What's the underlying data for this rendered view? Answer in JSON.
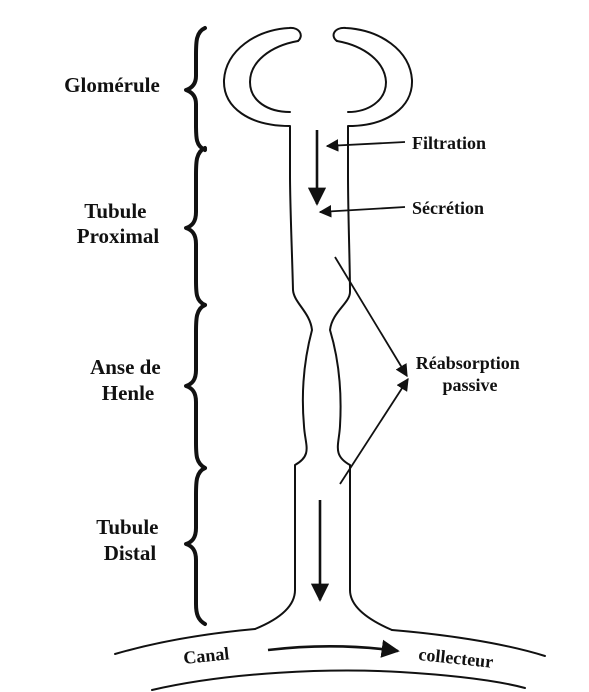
{
  "segments": {
    "glomerule": "Glomérule",
    "tubule_proximal": [
      "Tubule",
      "Proximal"
    ],
    "anse_de_henle": [
      "Anse de",
      "Henle"
    ],
    "tubule_distal": [
      "Tubule",
      "Distal"
    ]
  },
  "processes": {
    "filtration": "Filtration",
    "secretion": "Sécrétion",
    "reabsorption": [
      "Réabsorption",
      "passive"
    ]
  },
  "canal": {
    "left": "Canal",
    "right": "collecteur"
  }
}
